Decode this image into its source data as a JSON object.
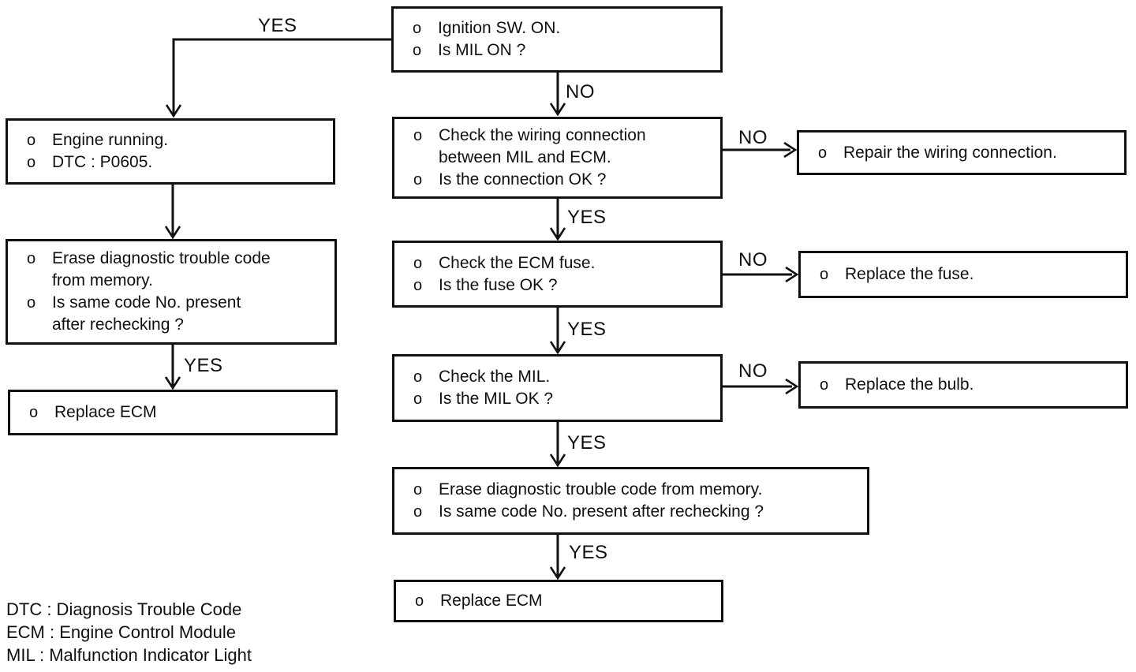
{
  "colors": {
    "ink": "#101010",
    "background": "#ffffff"
  },
  "labels": {
    "bullet": "o",
    "yes": "YES",
    "no": "NO"
  },
  "nodes": {
    "ignition_mil": {
      "lines": [
        "Ignition SW. ON.",
        "Is MIL ON ?"
      ]
    },
    "engine_running": {
      "lines": [
        "Engine running.",
        "DTC : P0605."
      ]
    },
    "erase_code_left": {
      "lines": [
        "Erase diagnostic trouble code",
        "from memory.",
        "Is same code No. present",
        "after rechecking ?"
      ]
    },
    "replace_ecm_left": {
      "lines": [
        "Replace ECM"
      ]
    },
    "check_wiring": {
      "lines": [
        "Check the wiring connection",
        "between MIL and ECM.",
        "Is the connection OK ?"
      ]
    },
    "repair_wiring": {
      "lines": [
        "Repair the wiring connection."
      ]
    },
    "check_ecm_fuse": {
      "lines": [
        "Check the ECM fuse.",
        "Is the fuse OK ?"
      ]
    },
    "replace_fuse": {
      "lines": [
        "Replace the fuse."
      ]
    },
    "check_mil": {
      "lines": [
        "Check the MIL.",
        "Is the MIL OK ?"
      ]
    },
    "replace_bulb": {
      "lines": [
        "Replace the bulb."
      ]
    },
    "erase_code_center": {
      "lines": [
        "Erase diagnostic trouble code from memory.",
        "Is same code No. present after rechecking ?"
      ]
    },
    "replace_ecm_center": {
      "lines": [
        "Replace ECM"
      ]
    }
  },
  "legend": {
    "lines": [
      "DTC : Diagnosis Trouble Code",
      "ECM : Engine Control Module",
      "MIL : Malfunction Indicator Light"
    ]
  }
}
